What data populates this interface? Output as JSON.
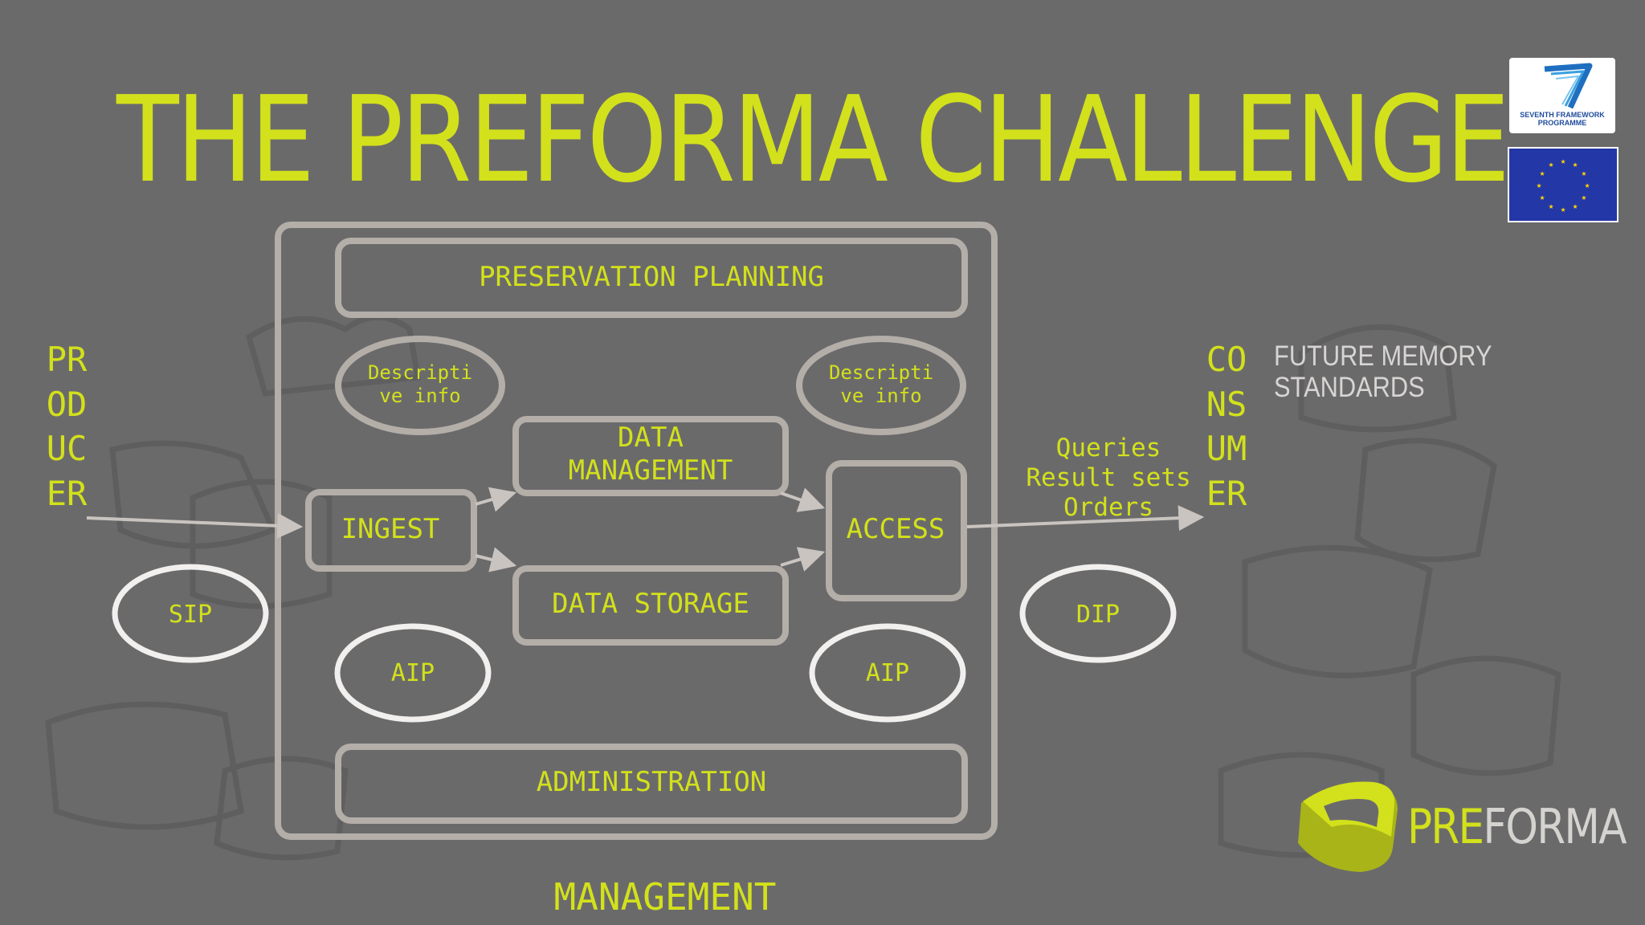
{
  "title": "THE PREFORMA CHALLENGE",
  "left_label": "PRODUCER",
  "right_label": "CONSUMER",
  "tagline": [
    "FUTURE MEMORY",
    "STANDARDS"
  ],
  "boxes": {
    "preservation_planning": "PRESERVATION PLANNING",
    "data_management": [
      "DATA",
      "MANAGEMENT"
    ],
    "ingest": "INGEST",
    "access": "ACCESS",
    "data_storage": "DATA STORAGE",
    "administration": "ADMINISTRATION"
  },
  "ovals": {
    "descriptive_left": [
      "Descripti",
      "ve info"
    ],
    "descriptive_right": [
      "Descripti",
      "ve info"
    ],
    "sip": "SIP",
    "aip_left": "AIP",
    "aip_right": "AIP",
    "dip": "DIP"
  },
  "consumer_flow": [
    "Queries",
    "Result sets",
    "Orders"
  ],
  "management_label": "MANAGEMENT",
  "logo": {
    "part1": "PRE",
    "part2": "FORMA"
  },
  "fp7_caption": [
    "SEVENTH FRAMEWORK",
    "PROGRAMME"
  ],
  "colors": {
    "background": "#6b6a6b",
    "accent": "#d2e11b",
    "box_stroke": "#b4aea8",
    "oval_white": "#f2f0ee",
    "eu_blue": "#2437a6",
    "star_yellow": "#ffd400"
  }
}
